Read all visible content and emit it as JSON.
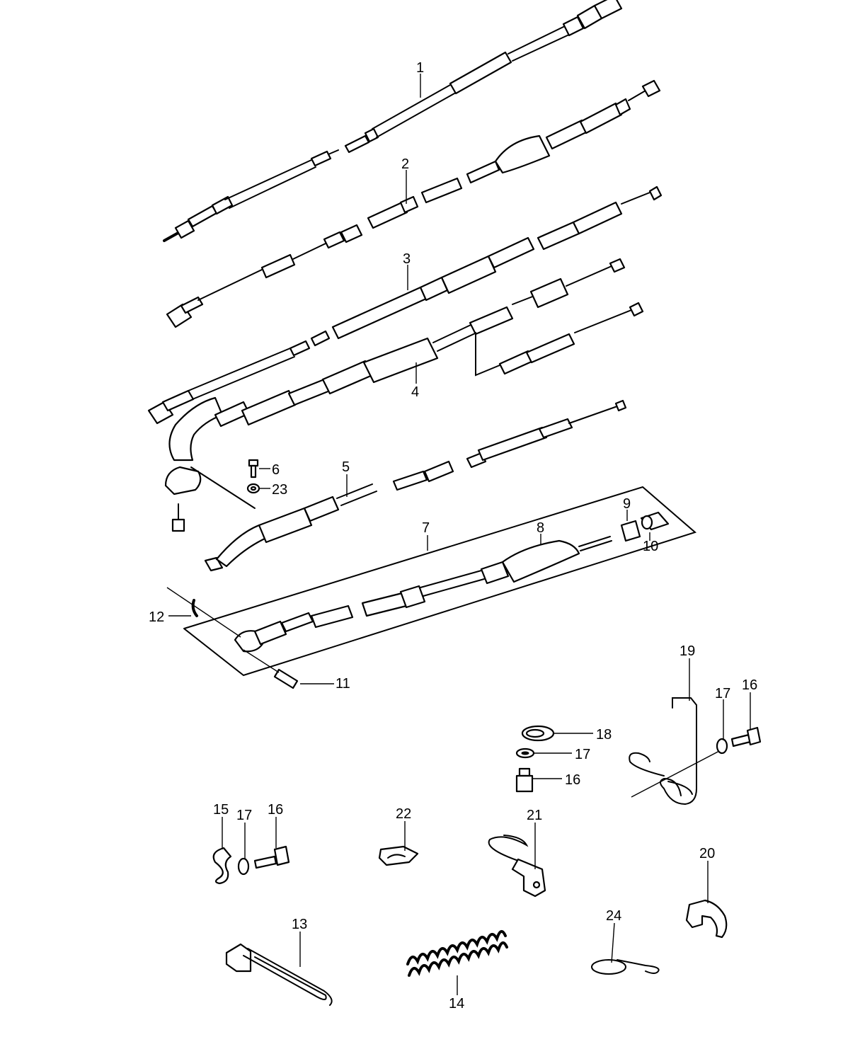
{
  "labels": {
    "l1": "1",
    "l2": "2",
    "l3": "3",
    "l4": "4",
    "l5": "5",
    "l6": "6",
    "l7": "7",
    "l8": "8",
    "l9": "9",
    "l10": "10",
    "l11": "11",
    "l12": "12",
    "l13": "13",
    "l14": "14",
    "l15": "15",
    "l16a": "16",
    "l16b": "16",
    "l16c": "16",
    "l17a": "17",
    "l17b": "17",
    "l17c": "17",
    "l18": "18",
    "l19": "19",
    "l20": "20",
    "l21": "21",
    "l22": "22",
    "l23": "23",
    "l24": "24"
  }
}
